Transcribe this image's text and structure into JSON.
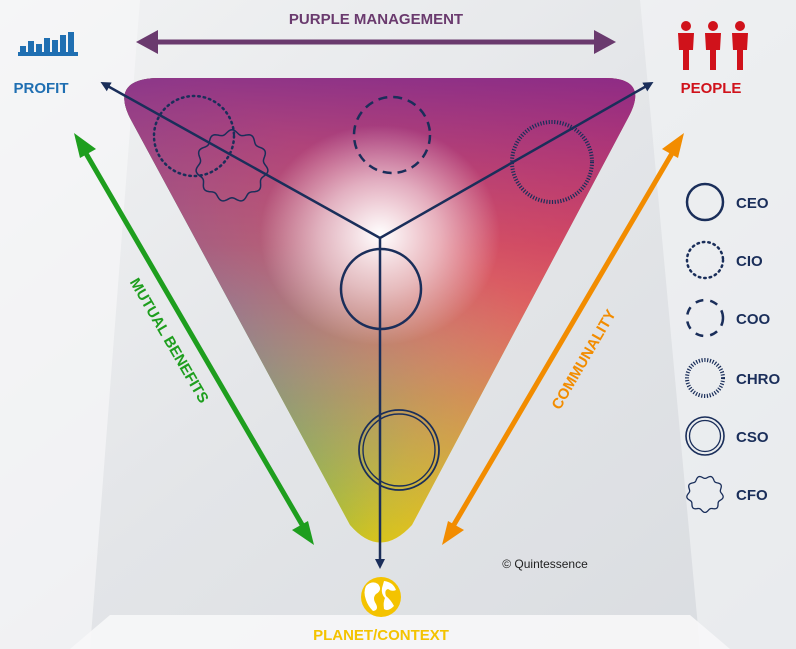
{
  "top_arrow_label": "PURPLE MANAGEMENT",
  "corners": {
    "profit": "PROFIT",
    "people": "PEOPLE",
    "planet": "PLANET/CONTEXT"
  },
  "side_labels": {
    "left": "MUTUAL BENEFITS",
    "right": "COMMUNALITY"
  },
  "legend": [
    {
      "label": "CEO",
      "style": "solid"
    },
    {
      "label": "CIO",
      "style": "dotted"
    },
    {
      "label": "COO",
      "style": "dashed"
    },
    {
      "label": "CHRO",
      "style": "hatched"
    },
    {
      "label": "CSO",
      "style": "double"
    },
    {
      "label": "CFO",
      "style": "wavy"
    }
  ],
  "copyright": "© Quintessence",
  "colors": {
    "purple_arrow": "#6a3a6e",
    "profit_blue": "#1f6fb2",
    "people_red": "#d0121b",
    "planet_yellow": "#f4c300",
    "green_arrow": "#1e9e1e",
    "orange_arrow": "#f28c00",
    "navy": "#1a2e5a"
  },
  "icons": {
    "profit": "bar-chart-icon",
    "people": "people-group-icon",
    "planet": "globe-icon"
  }
}
